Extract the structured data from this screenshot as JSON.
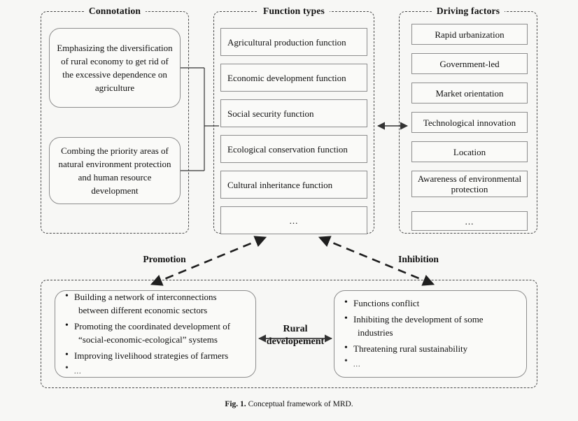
{
  "figure": {
    "caption_prefix": "Fig. 1.",
    "caption_text": "Conceptual framework of MRD."
  },
  "panels": {
    "connotation": {
      "title": "Connotation",
      "boxes": [
        "Emphasizing the diversification of rural economy to get rid of the excessive dependence on agriculture",
        "Combing the priority areas of natural environment protection and human resource development"
      ]
    },
    "function_types": {
      "title": "Function types",
      "items": [
        "Agricultural production function",
        "Economic development function",
        "Social security function",
        "Ecological conservation function",
        "Cultural inheritance function",
        "..."
      ]
    },
    "driving_factors": {
      "title": "Driving factors",
      "items": [
        "Rapid urbanization",
        "Government-led",
        "Market orientation",
        "Technological innovation",
        "Location",
        "Awareness of environmental protection",
        "..."
      ]
    },
    "outcomes": {
      "promotion_label": "Promotion",
      "inhibition_label": "Inhibition",
      "center_label_line1": "Rural",
      "center_label_line2": "developement",
      "promotion_bullets": [
        "Building a network of interconnections between different economic sectors",
        "Promoting the coordinated development of “social-economic-ecological” systems",
        "Improving livelihood strategies of farmers",
        "..."
      ],
      "inhibition_bullets": [
        "Functions conflict",
        "Inhibiting the development of some industries",
        "Threatening rural sustainability",
        "..."
      ]
    }
  },
  "colors": {
    "background": "#f7f7f5",
    "dashed_border": "#4a4a4a",
    "box_border": "#8d8d8d",
    "text": "#111111"
  }
}
